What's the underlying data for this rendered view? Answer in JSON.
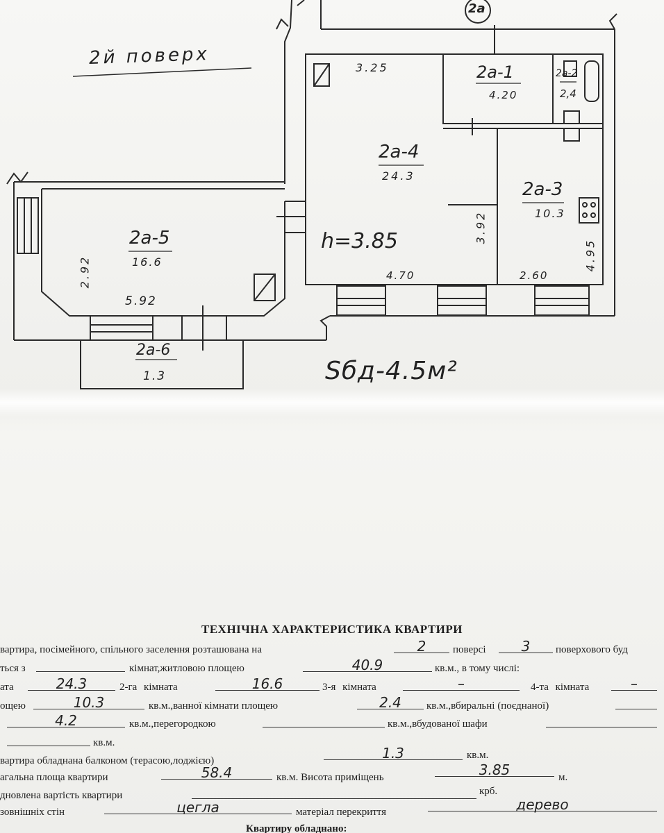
{
  "plan": {
    "floor_label": "2й поверх",
    "corner_mark": "2а",
    "height_label": "h=3.85",
    "balcony_note": "Sбд-4.5м²",
    "rooms": [
      {
        "id": "2а-1",
        "area": "4.20"
      },
      {
        "id": "2а-2",
        "area": "2,4"
      },
      {
        "id": "2а-3",
        "area": "10.3"
      },
      {
        "id": "2а-4",
        "area": "24.3"
      },
      {
        "id": "2а-5",
        "area": "16.6"
      },
      {
        "id": "2а-6",
        "area": "1.3"
      }
    ],
    "dims": {
      "top_left": "3.25",
      "room4_bottom": "4.70",
      "room3_bottom": "2.60",
      "room3_left": "3.92",
      "room3_right": "4.95",
      "room5_left": "2.92",
      "room5_bottom": "5.92"
    }
  },
  "spec": {
    "title": "ТЕХНІЧНА ХАРАКТЕРИСТИКА КВАРТИРИ",
    "l1": {
      "a": "вартира, посімейного, спільного заселення розташована на",
      "floor": "2",
      "b": "поверсі",
      "floors": "3",
      "c": "поверхового буд"
    },
    "l2": {
      "a": "ться з",
      "rooms": "",
      "b": "кімнат,житловою площею",
      "living": "40.9",
      "c": "кв.м., в тому числі:"
    },
    "l3": {
      "a": "ата",
      "r1": "24.3",
      "b": "2-га кімната",
      "r2": "16.6",
      "c": "3-я кімната",
      "r3": "–",
      "d": "4-та кімната",
      "r4": "–"
    },
    "l4": {
      "a": "ощею",
      "kitchen": "10.3",
      "b": "кв.м.,ванної кімнати площею",
      "bath": "2.4",
      "c": "кв.м.,вбиральні (поєднаної)"
    },
    "l5": {
      "a": "",
      "corridor": "4.2",
      "b": "кв.м.,перегородкою",
      "c": "кв.м.,вбудованої шафи"
    },
    "l6": {
      "a": "кв.м."
    },
    "l7": {
      "a": "вартира обладнана балконом (терасою,лоджією)",
      "balcony": "1.3",
      "b": "кв.м."
    },
    "l8": {
      "a": "агальна площа квартири",
      "total": "58.4",
      "b": "кв.м. Висота приміщень",
      "height": "3.85",
      "c": "м."
    },
    "l9": {
      "a": "дновлена вартість квартири",
      "b": "крб."
    },
    "l10": {
      "a": "зовнішніх стін",
      "walls": "цегла",
      "b": "матеріал перекриття",
      "ceiling": "дерево"
    },
    "l11": {
      "a": "Квартиру обладнано:"
    }
  }
}
